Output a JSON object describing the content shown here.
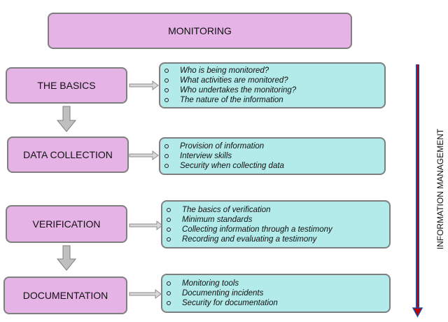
{
  "title": "MONITORING",
  "side_label": "INFORMATION MANAGEMENT",
  "sections": [
    {
      "label": "THE BASICS",
      "items": [
        "Who is being monitored?",
        "What activities are monitored?",
        "Who undertakes the monitoring?",
        "The nature of the information"
      ]
    },
    {
      "label": "DATA COLLECTION",
      "items": [
        "Provision of information",
        "Interview skills",
        "Security when collecting data"
      ]
    },
    {
      "label": "VERIFICATION",
      "items": [
        "The basics of verification",
        "Minimum standards",
        "Collecting information through a testimony",
        "Recording and evaluating a testimony"
      ]
    },
    {
      "label": "DOCUMENTATION",
      "items": [
        "Monitoring tools",
        "Documenting incidents",
        "Security for documentation"
      ]
    }
  ],
  "colors": {
    "section_fill": "#e6b3e6",
    "detail_fill": "#b3eaea",
    "border": "#7f7f7f",
    "side_arrow_red": "#c00000",
    "side_arrow_blue": "#1f4e9c"
  }
}
